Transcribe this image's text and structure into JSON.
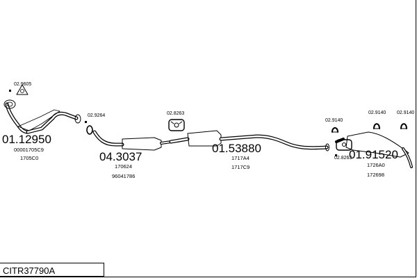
{
  "diagram_id": "CITR37790A",
  "parts": [
    {
      "part_number": "01.12950",
      "oem": [
        "00001705C9",
        "1705C0"
      ]
    },
    {
      "part_number": "04.3037",
      "oem": [
        "170624",
        "96041786"
      ]
    },
    {
      "part_number": "01.53880",
      "oem": [
        "1717A4",
        "1717C9"
      ]
    },
    {
      "part_number": "01.91520",
      "oem": [
        "1726A0",
        "172698"
      ]
    }
  ],
  "accessories": [
    {
      "code": "02.9605"
    },
    {
      "code": "02.9264"
    },
    {
      "code": "02.8263"
    },
    {
      "code": "02.9140"
    },
    {
      "code": "02.9140"
    },
    {
      "code": "02.9140"
    },
    {
      "code": "02.8263"
    }
  ]
}
